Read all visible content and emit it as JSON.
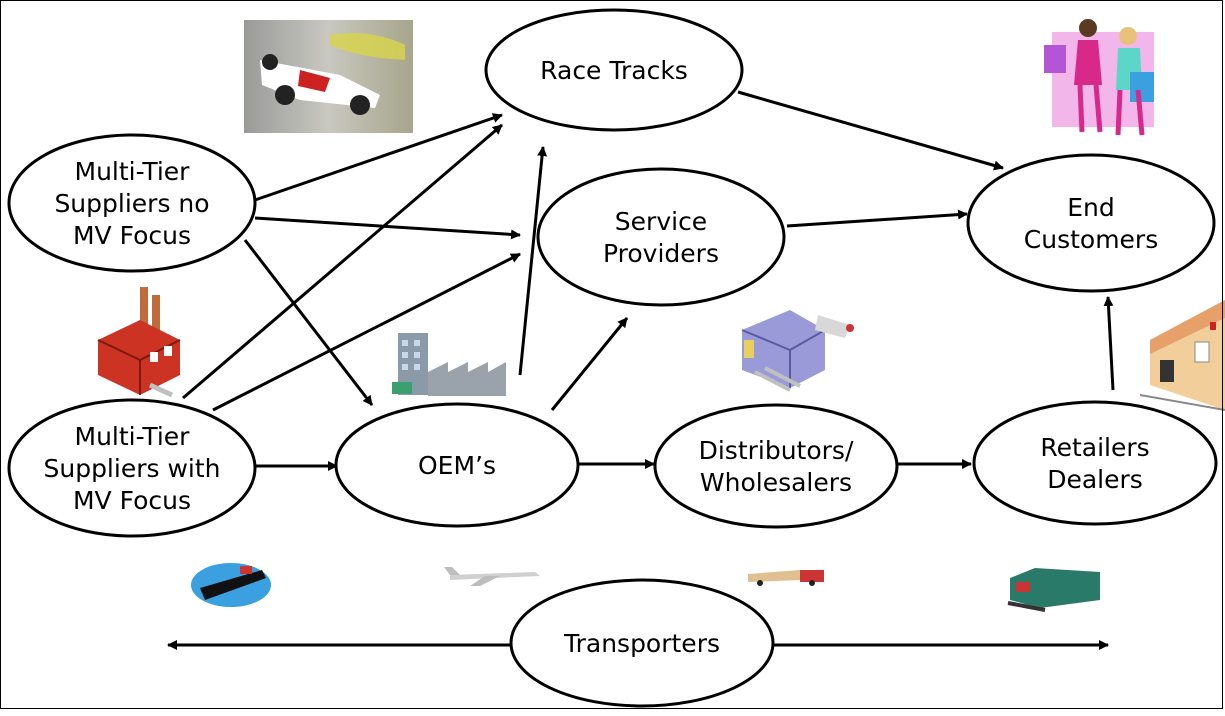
{
  "nodes": {
    "race_tracks": [
      "Race Tracks"
    ],
    "service_providers": [
      "Service",
      "Providers"
    ],
    "end_customers": [
      "End",
      "Customers"
    ],
    "suppliers_no_mv": [
      "Multi-Tier",
      "Suppliers no",
      "MV Focus"
    ],
    "suppliers_mv": [
      "Multi-Tier",
      "Suppliers with",
      "MV Focus"
    ],
    "oems": [
      "OEM’s"
    ],
    "distributors": [
      "Distributors/",
      "Wholesalers"
    ],
    "retailers": [
      "Retailers",
      "Dealers"
    ],
    "transporters": [
      "Transporters"
    ]
  },
  "edges": [
    [
      "suppliers_no_mv",
      "race_tracks"
    ],
    [
      "suppliers_no_mv",
      "service_providers"
    ],
    [
      "suppliers_no_mv",
      "oems"
    ],
    [
      "suppliers_mv",
      "race_tracks"
    ],
    [
      "suppliers_mv",
      "service_providers"
    ],
    [
      "suppliers_mv",
      "oems"
    ],
    [
      "oems",
      "race_tracks"
    ],
    [
      "oems",
      "service_providers"
    ],
    [
      "oems",
      "distributors"
    ],
    [
      "distributors",
      "retailers"
    ],
    [
      "retailers",
      "end_customers"
    ],
    [
      "race_tracks",
      "end_customers"
    ],
    [
      "service_providers",
      "end_customers"
    ]
  ],
  "transporters_flow": "bidirectional",
  "icons": [
    "race-car-icon",
    "shoppers-icon",
    "factory-icon",
    "oem-factory-icon",
    "warehouse-icon",
    "store-icon",
    "ship-icon",
    "airplane-icon",
    "truck-icon",
    "train-icon"
  ],
  "colors": {
    "stroke": "#000000",
    "background": "#ffffff"
  }
}
